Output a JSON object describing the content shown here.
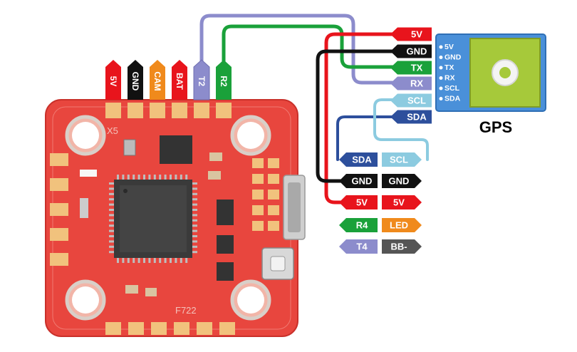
{
  "colors": {
    "red": "#e8141c",
    "black": "#111111",
    "green": "#1aa13a",
    "purple": "#8c8ccc",
    "lightblue": "#8ccbe0",
    "navy": "#2d4f9c",
    "orange": "#f08a1c",
    "gray": "#555555",
    "board": "#e8463e",
    "gps_bg": "#4a90d9",
    "gps_pad": "#a6c93a"
  },
  "board": {
    "silk_x5": "X5",
    "silk_model": "F722",
    "top_pins": [
      {
        "label": "5V",
        "color": "red"
      },
      {
        "label": "GND",
        "color": "black"
      },
      {
        "label": "CAM",
        "color": "orange"
      },
      {
        "label": "BAT",
        "color": "red"
      },
      {
        "label": "T2",
        "color": "purple"
      },
      {
        "label": "R2",
        "color": "green"
      }
    ]
  },
  "gps": {
    "title": "GPS",
    "pins": [
      "5V",
      "GND",
      "TX",
      "RX",
      "SCL",
      "SDA"
    ]
  },
  "gps_tags": [
    {
      "label": "5V",
      "color": "red"
    },
    {
      "label": "GND",
      "color": "black"
    },
    {
      "label": "TX",
      "color": "green"
    },
    {
      "label": "RX",
      "color": "purple"
    },
    {
      "label": "SCL",
      "color": "lightblue"
    },
    {
      "label": "SDA",
      "color": "navy"
    }
  ],
  "fc_rows": [
    {
      "left": {
        "label": "SDA",
        "color": "navy"
      },
      "right": {
        "label": "SCL",
        "color": "lightblue"
      }
    },
    {
      "left": {
        "label": "GND",
        "color": "black"
      },
      "right": {
        "label": "GND",
        "color": "black"
      }
    },
    {
      "left": {
        "label": "5V",
        "color": "red"
      },
      "right": {
        "label": "5V",
        "color": "red"
      }
    },
    {
      "left": {
        "label": "R4",
        "color": "green"
      },
      "right": {
        "label": "LED",
        "color": "orange"
      }
    },
    {
      "left": {
        "label": "T4",
        "color": "purple"
      },
      "right": {
        "label": "BB-",
        "color": "gray"
      }
    }
  ]
}
